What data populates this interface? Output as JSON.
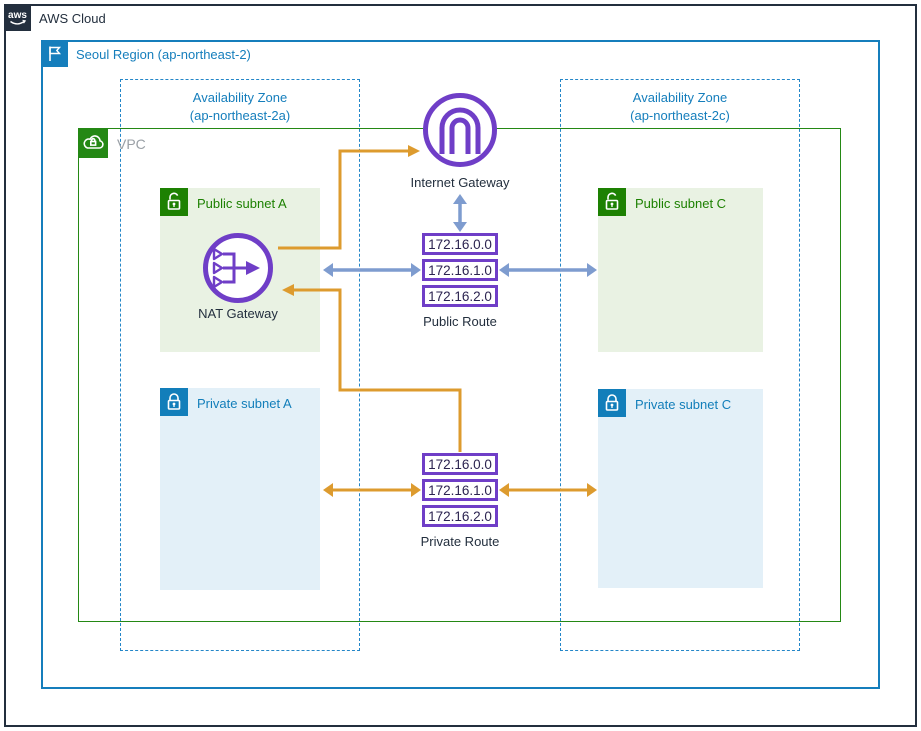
{
  "header": {
    "logo_text": "aws",
    "title": "AWS Cloud"
  },
  "region": {
    "label": "Seoul Region (ap-northeast-2)"
  },
  "availability_zones": [
    {
      "line1": "Availability Zone",
      "line2": "(ap-northeast-2a)"
    },
    {
      "line1": "Availability Zone",
      "line2": "(ap-northeast-2c)"
    }
  ],
  "vpc": {
    "label": "VPC"
  },
  "subnets": [
    {
      "label": "Public subnet A",
      "type": "public"
    },
    {
      "label": "Public subnet C",
      "type": "public"
    },
    {
      "label": "Private subnet A",
      "type": "private"
    },
    {
      "label": "Private subnet C",
      "type": "private"
    }
  ],
  "gateways": {
    "internet_gateway": {
      "label": "Internet Gateway"
    },
    "nat_gateway": {
      "label": "NAT Gateway"
    }
  },
  "route_tables": {
    "public": {
      "label": "Public Route",
      "entries": [
        "172.16.0.0",
        "172.16.1.0",
        "172.16.2.0"
      ]
    },
    "private": {
      "label": "Private Route",
      "entries": [
        "172.16.0.0",
        "172.16.1.0",
        "172.16.2.0"
      ]
    }
  },
  "colors": {
    "outline_dark": "#232f3e",
    "region_blue": "#157ebc",
    "az_blue": "#2386c8",
    "vpc_green": "#248814",
    "vpc_label_gray": "#9aa0a6",
    "subnet_green": "#1d8102",
    "subnet_green_bg": "#e9f2e3",
    "subnet_blue": "#127eba",
    "subnet_blue_bg": "#e3f0f8",
    "purple": "#6f3ec7",
    "orange": "#dd9b2e",
    "arrow_blue": "#7e9ccf",
    "route_text": "#2b2350"
  }
}
